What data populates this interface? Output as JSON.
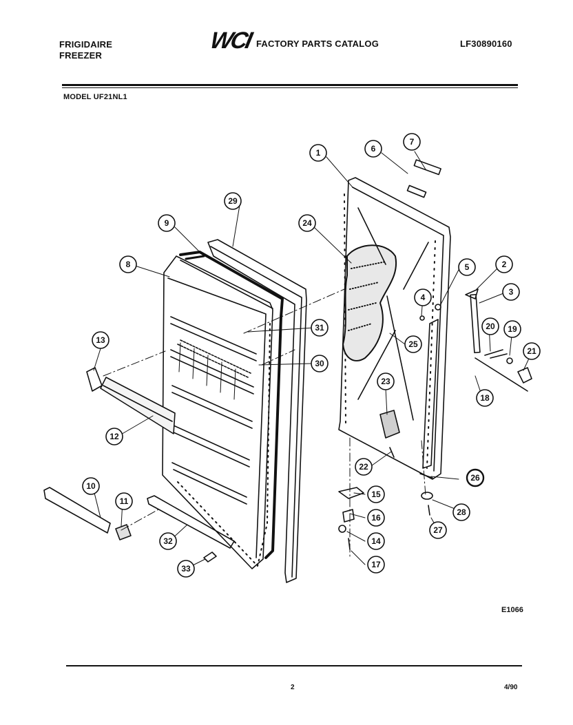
{
  "header": {
    "brand_line1": "FRIGIDAIRE",
    "brand_line2": "FREEZER",
    "logo_text": "WCI",
    "catalog_title": "FACTORY PARTS CATALOG",
    "catalog_number": "LF30890160"
  },
  "model_label": "MODEL UF21NL1",
  "diagram_code": "E1066",
  "footer": {
    "page_number": "2",
    "revision_date": "4/90"
  },
  "callouts": [
    "1",
    "2",
    "3",
    "4",
    "5",
    "6",
    "7",
    "8",
    "9",
    "10",
    "11",
    "12",
    "13",
    "14",
    "15",
    "16",
    "17",
    "18",
    "19",
    "20",
    "21",
    "22",
    "23",
    "24",
    "25",
    "26",
    "27",
    "28",
    "29",
    "30",
    "31",
    "32",
    "33"
  ],
  "colors": {
    "ink": "#111111",
    "paper": "#ffffff"
  }
}
